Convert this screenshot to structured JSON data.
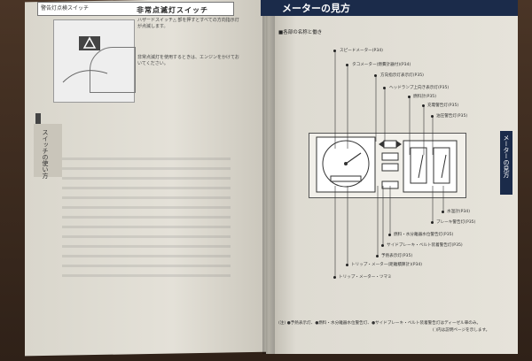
{
  "left_page": {
    "header_label": "警告灯点検スイッチ",
    "title": "非常点滅灯スイッチ",
    "body_text": "ハザードスイッチ△ 部を押すとすべての方向指示灯が点滅します。",
    "note_text": "非常点滅灯を使用するときは、エンジンをかけておいてください。",
    "illustration_caption": "",
    "side_tab": "スイッチの使い方"
  },
  "right_page": {
    "title": "メーターの見方",
    "section_label": "■各部の名称と働き",
    "side_tab": "メーターの見方",
    "annotations": [
      "スピードメーター(P34)",
      "タコメーター(燃費計器付)(P34)",
      "方向指示灯表示灯(P35)",
      "ヘッドランプ上向き表示灯(P35)",
      "燃料計(P35)",
      "充電警告灯(P35)",
      "油圧警告灯(P35)",
      "水温計(P34)",
      "ブレーキ警告灯(P35)",
      "燃料・水分離器水位警告灯(P35)",
      "サイドブレーキ・ベルト装着警告灯(P35)",
      "予熱表示灯(P35)",
      "トリップ・メーター(距離積算計)(P34)",
      "トリップ・メーター・ツマミ"
    ],
    "footnote": "(注) ●予熱表示灯、●燃料・水分離器水位警告灯、●サイドブレーキ・ベルト装着警告灯はディーゼル車のみ。",
    "footnote2": "( )内は説明ページを示します。"
  },
  "colors": {
    "table": "#3a2a1e",
    "paper": "#e4e1d8",
    "title_bar": "#1b2b4a"
  }
}
